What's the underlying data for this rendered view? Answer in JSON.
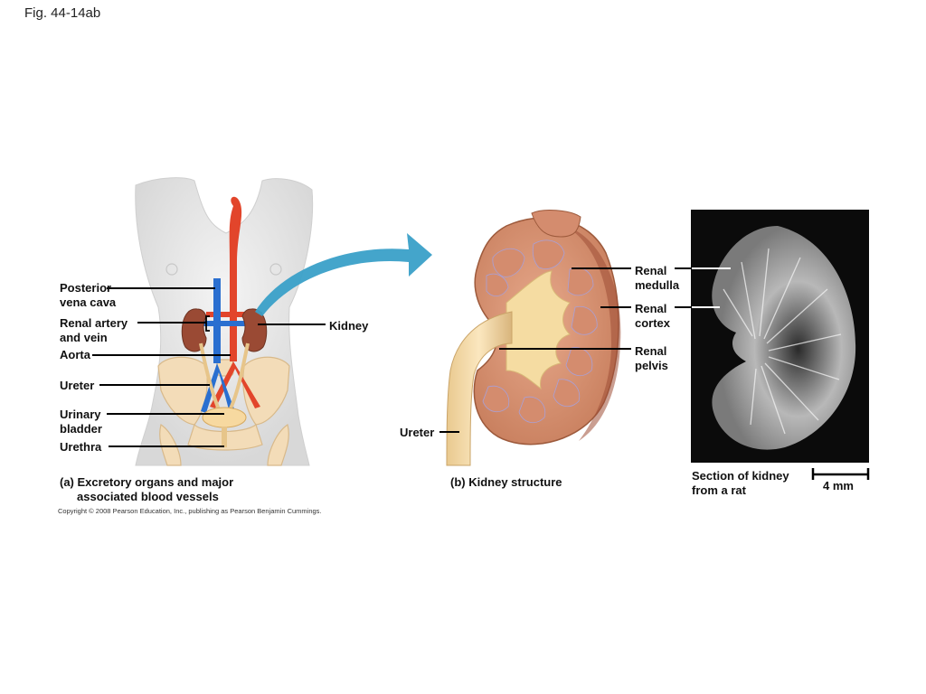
{
  "figure": {
    "title": "Fig. 44-14ab"
  },
  "panel_a": {
    "labels": {
      "posterior_vena_cava": [
        "Posterior",
        "vena cava"
      ],
      "renal_artery_vein": [
        "Renal artery",
        "and vein"
      ],
      "aorta": "Aorta",
      "ureter": "Ureter",
      "urinary_bladder": [
        "Urinary",
        "bladder"
      ],
      "urethra": "Urethra",
      "kidney": "Kidney"
    },
    "caption": [
      "(a) Excretory organs and major",
      "associated blood vessels"
    ]
  },
  "panel_b": {
    "labels": {
      "renal_medulla": [
        "Renal",
        "medulla"
      ],
      "renal_cortex": [
        "Renal",
        "cortex"
      ],
      "renal_pelvis": [
        "Renal",
        "pelvis"
      ],
      "ureter": "Ureter"
    },
    "caption": "(b) Kidney structure"
  },
  "photo": {
    "caption": [
      "Section of kidney",
      "from a rat"
    ],
    "scale_bar": "4 mm"
  },
  "copyright": "Copyright © 2008 Pearson Education, Inc., publishing as Pearson Benjamin Cummings.",
  "colors": {
    "vein": "#2a6fd0",
    "artery": "#e2452b",
    "arrow": "#3aa0c8",
    "kidney": "#b96a4a",
    "ureter": "#e8c890"
  }
}
